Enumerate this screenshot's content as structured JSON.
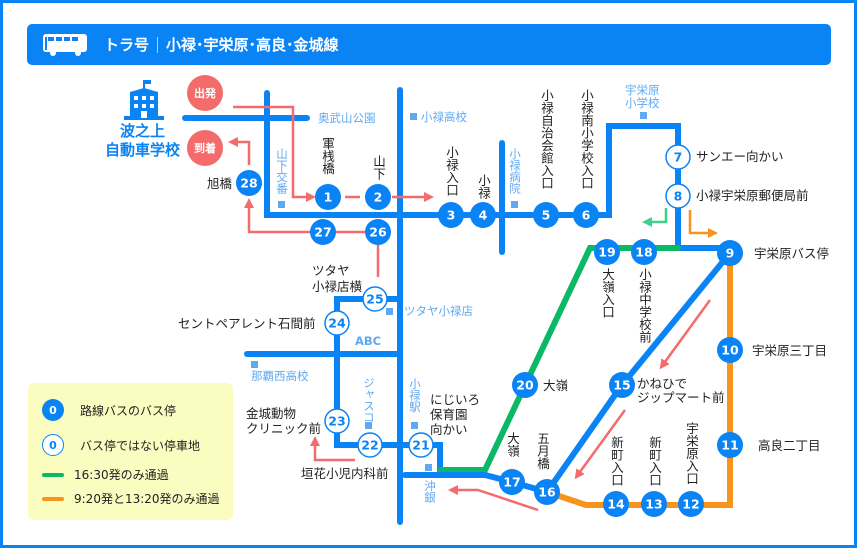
{
  "header": {
    "icon": "bus-icon",
    "route_name": "トラ号",
    "line_name": "小禄･宇栄原･高良･金城線"
  },
  "colors": {
    "route": "#0a84f5",
    "arrow": "#f46b6b",
    "green_line": "#0ab866",
    "orange_line": "#f7941d",
    "landmark": "#5fa9f2",
    "legend_bg": "#fbfcc0"
  },
  "school": {
    "icon": "school-building-icon",
    "line1": "波之上",
    "line2": "自動車学校"
  },
  "start_label": "出発",
  "end_label": "到着",
  "stops": [
    {
      "no": "1",
      "name": "軍桟橋",
      "type": "bus_stop"
    },
    {
      "no": "2",
      "name": "山下",
      "type": "bus_stop"
    },
    {
      "no": "3",
      "name": "小禄入口",
      "type": "bus_stop"
    },
    {
      "no": "4",
      "name": "小禄",
      "type": "bus_stop"
    },
    {
      "no": "5",
      "name": "小禄自治会館入口",
      "type": "bus_stop"
    },
    {
      "no": "6",
      "name": "小禄南小学校入口",
      "type": "bus_stop"
    },
    {
      "no": "7",
      "name": "サンエー向かい",
      "type": "non_bus_stop"
    },
    {
      "no": "8",
      "name": "小禄宇栄原郵便局前",
      "type": "non_bus_stop"
    },
    {
      "no": "9",
      "name": "宇栄原バス停",
      "type": "bus_stop"
    },
    {
      "no": "10",
      "name": "宇栄原三丁目",
      "type": "bus_stop"
    },
    {
      "no": "11",
      "name": "高良二丁目",
      "type": "bus_stop"
    },
    {
      "no": "12",
      "name": "宇栄原入口",
      "type": "bus_stop"
    },
    {
      "no": "13",
      "name": "新町入口",
      "type": "bus_stop"
    },
    {
      "no": "14",
      "name": "新町入口",
      "type": "bus_stop"
    },
    {
      "no": "15",
      "name": "かねひで ジップマート前",
      "name_line1": "かねひで",
      "name_line2": "ジップマート前",
      "type": "bus_stop"
    },
    {
      "no": "16",
      "name": "五月橋",
      "type": "bus_stop"
    },
    {
      "no": "17",
      "name": "大嶺",
      "type": "bus_stop"
    },
    {
      "no": "18",
      "name": "小禄中学校前",
      "type": "bus_stop"
    },
    {
      "no": "19",
      "name": "大嶺入口",
      "type": "bus_stop"
    },
    {
      "no": "20",
      "name": "大嶺",
      "type": "bus_stop"
    },
    {
      "no": "21",
      "name": "にじいろ保育園向かい",
      "name_line1": "にじいろ",
      "name_line2": "保育園",
      "name_line3": "向かい",
      "type": "non_bus_stop"
    },
    {
      "no": "22",
      "name": "垣花小児内科前",
      "type": "non_bus_stop"
    },
    {
      "no": "23",
      "name": "金城動物クリニック前",
      "name_line1": "金城動物",
      "name_line2": "クリニック前",
      "type": "non_bus_stop"
    },
    {
      "no": "24",
      "name": "セントペアレント石間前",
      "type": "non_bus_stop"
    },
    {
      "no": "25",
      "name": "ツタヤ小禄店横",
      "name_line1": "ツタヤ",
      "name_line2": "小禄店横",
      "type": "non_bus_stop"
    },
    {
      "no": "26",
      "name": "",
      "type": "bus_stop"
    },
    {
      "no": "27",
      "name": "",
      "type": "bus_stop"
    },
    {
      "no": "28",
      "name": "旭橋",
      "type": "bus_stop"
    }
  ],
  "landmarks": [
    "奥武山公園",
    "小禄高校",
    "山下交番",
    "小禄病院",
    "宇栄原小学校",
    "ツタヤ小禄店",
    "ABC",
    "那覇西高校",
    "ジャスコ",
    "小禄駅",
    "沖銀"
  ],
  "landmark_split": {
    "宇栄原小学校": [
      "宇栄原",
      "小学校"
    ]
  },
  "legend": [
    {
      "symbol": "0",
      "label": "路線バスのバス停"
    },
    {
      "symbol": "0",
      "label": "バス停ではない停車地"
    },
    {
      "label": "16:30発のみ通過",
      "color": "#0ab866"
    },
    {
      "label": "9:20発と13:20発のみ通過",
      "color": "#f7941d"
    }
  ]
}
